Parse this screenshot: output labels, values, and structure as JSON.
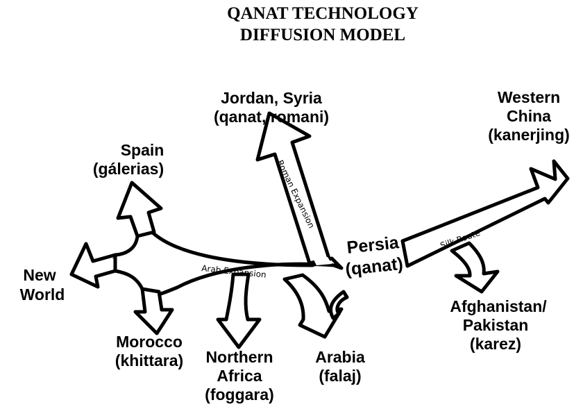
{
  "title": {
    "line1": "QANAT TECHNOLOGY",
    "line2": "DIFFUSION MODEL"
  },
  "nodes": {
    "jordan_syria": {
      "line1": "Jordan, Syria",
      "line2": "(qanat, romani)"
    },
    "western_china": {
      "line1": "Western",
      "line2": "China",
      "line3": "(kanerjing)"
    },
    "spain": {
      "line1": "Spain",
      "line2": "(gálerias)"
    },
    "persia": {
      "line1": "Persia",
      "line2": "(qanat)"
    },
    "new_world": {
      "line1": "New",
      "line2": "World"
    },
    "afghanistan_pakistan": {
      "line1": "Afghanistan/",
      "line2": "Pakistan",
      "line3": "(karez)"
    },
    "morocco": {
      "line1": "Morocco",
      "line2": "(khittara)"
    },
    "northern_africa": {
      "line1": "Northern",
      "line2": "Africa",
      "line3": "(foggara)"
    },
    "arabia": {
      "line1": "Arabia",
      "line2": "(falaj)"
    }
  },
  "routes": {
    "roman": "Roman Expansion",
    "arab": "Arab Expansion",
    "silk": "Silk Route",
    "unknown": "?"
  },
  "colors": {
    "stroke": "#000000",
    "fill": "#ffffff"
  }
}
